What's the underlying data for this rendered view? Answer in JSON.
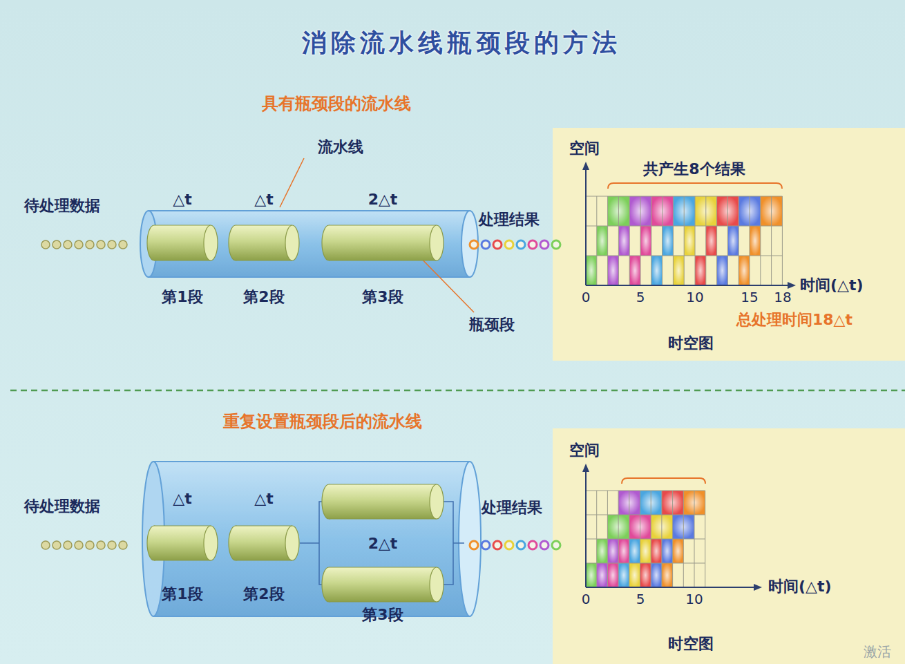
{
  "diagram": {
    "title": "消除流水线瓶颈段的方法",
    "nodes": [
      {
        "text": [
          "△t",
          "第1段"
        ]
      },
      {
        "text": [
          "△t",
          "第2段"
        ]
      },
      {
        "text": [
          "2△t",
          "第3段"
        ]
      },
      {
        "text": [
          "△t",
          "第1段"
        ]
      },
      {
        "text": [
          "△t",
          "第2段"
        ]
      },
      {
        "text": [
          "2△t",
          "第3段"
        ]
      }
    ],
    "labels": [
      "具有瓶颈段的流水线",
      "流水线",
      "待处理数据",
      "处理结果",
      "瓶颈段",
      "空间",
      "共产生8个结果",
      "0",
      "5",
      "10",
      "15",
      "18",
      "时间(△t)",
      "总处理时间18△t",
      "时空图",
      "重复设置瓶颈段后的流水线",
      "待处理数据",
      "处理结果",
      "空间",
      "0",
      "5",
      "10",
      "时间(△t)",
      "时空图",
      "激活"
    ]
  }
}
